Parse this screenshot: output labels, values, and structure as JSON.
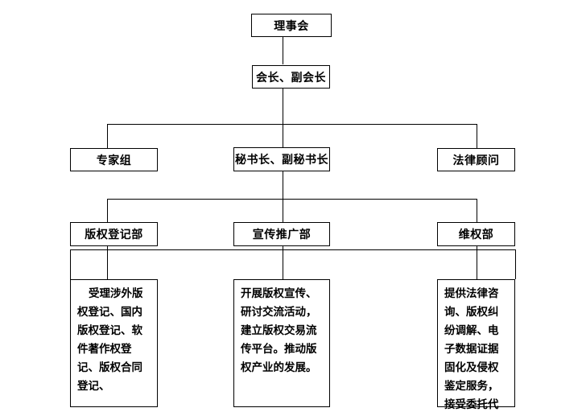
{
  "chart_meta": {
    "type": "organization-chart",
    "title": "",
    "language": "zh-CN",
    "line_color": "#000000",
    "box_border_color": "#000000",
    "background_color": "#ffffff",
    "text_color": "#000000"
  },
  "levels": {
    "level1": {
      "board": "理事会"
    },
    "level2": {
      "president": "会长、副会长"
    },
    "level3": {
      "expert_group": "专家组",
      "secretary_general": "秘书长、副秘书长",
      "legal_advisor": "法律顾问"
    },
    "level4": {
      "copyright_registration_dept": "版权登记部",
      "publicity_promotion_dept": "宣传推广部",
      "rights_protection_dept": "维权部"
    },
    "level5": {
      "copyright_registration_duties": "受理涉外版权登记、国内版权登记、软件著作权登记、版权合同登记、",
      "publicity_promotion_duties": "开展版权宣传、研讨交流活动，建立版权交易流传平台。推动版权产业的发展。",
      "rights_protection_duties": "提供法律咨询、版权纠纷调解、电子数据证据固化及侵权鉴定服务，接受委托代理维权、诉讼业务。"
    }
  }
}
